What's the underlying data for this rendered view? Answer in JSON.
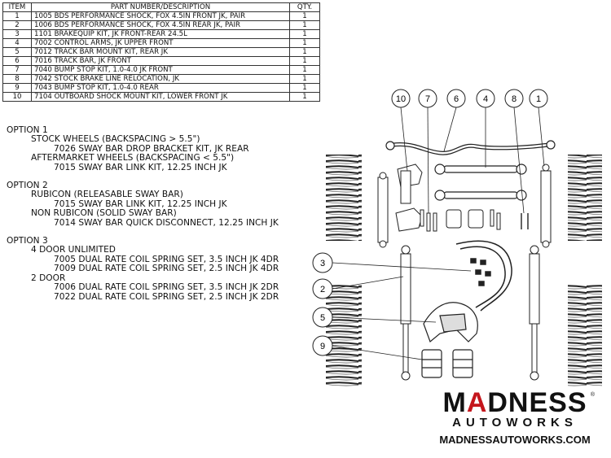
{
  "table": {
    "headers": {
      "item": "ITEM",
      "description": "PART NUMBER/DESCRIPTION",
      "qty": "QTY."
    },
    "rows": [
      {
        "item": "1",
        "description": "1005 BDS PERFORMANCE SHOCK, FOX 4.5IN FRONT JK, PAIR",
        "qty": "1"
      },
      {
        "item": "2",
        "description": "1006 BDS PERFORMANCE SHOCK, FOX 4.5IN REAR JK, PAIR",
        "qty": "1"
      },
      {
        "item": "3",
        "description": "1101 BRAKEQUIP KIT, JK FRONT-REAR 24.5L",
        "qty": "1"
      },
      {
        "item": "4",
        "description": "7002 CONTROL ARMS, JK UPPER FRONT",
        "qty": "1"
      },
      {
        "item": "5",
        "description": "7012 TRACK BAR MOUNT KIT, REAR JK",
        "qty": "1"
      },
      {
        "item": "6",
        "description": "7016 TRACK BAR, JK FRONT",
        "qty": "1"
      },
      {
        "item": "7",
        "description": "7040 BUMP STOP KIT, 1.0-4.0 JK FRONT",
        "qty": "1"
      },
      {
        "item": "8",
        "description": "7042 STOCK BRAKE LINE RELOCATION, JK",
        "qty": "1"
      },
      {
        "item": "9",
        "description": "7043 BUMP STOP KIT, 1.0-4.0 REAR",
        "qty": "1"
      },
      {
        "item": "10",
        "description": "7104 OUTBOARD SHOCK MOUNT KIT, LOWER FRONT JK",
        "qty": "1"
      }
    ]
  },
  "options": {
    "o1": {
      "title": "OPTION 1",
      "a": "STOCK WHEELS (BACKSPACING > 5.5\")",
      "a1": "7026 SWAY BAR DROP BRACKET KIT, JK REAR",
      "b": "AFTERMARKET WHEELS (BACKSPACING < 5.5\")",
      "b1": "7015 SWAY BAR LINK KIT, 12.25 INCH JK"
    },
    "o2": {
      "title": "OPTION 2",
      "a": "RUBICON (RELEASABLE SWAY BAR)",
      "a1": "7015 SWAY BAR LINK KIT, 12.25 INCH JK",
      "b": "NON RUBICON  (SOLID SWAY BAR)",
      "b1": "7014 SWAY BAR QUICK DISCONNECT, 12.25 INCH JK"
    },
    "o3": {
      "title": "OPTION 3",
      "a": "4 DOOR UNLIMITED",
      "a1": "7005 DUAL RATE COIL SPRING SET, 3.5 INCH JK 4DR",
      "a2": "7009 DUAL RATE COIL SPRING SET, 2.5 INCH JK 4DR",
      "b": "2 DOOR",
      "b1": "7006 DUAL RATE COIL SPRING SET, 3.5 INCH JK 2DR",
      "b2": "7022 DUAL RATE COIL SPRING SET, 2.5 INCH JK 2DR"
    }
  },
  "callouts": {
    "c10": "10",
    "c7": "7",
    "c6": "6",
    "c4": "4",
    "c8": "8",
    "c1": "1",
    "c3": "3",
    "c2": "2",
    "c5": "5",
    "c9": "9"
  },
  "logo": {
    "mad1": "M",
    "mad2": "A",
    "mad3": "DNESS",
    "autoworks": "AUTOWORKS",
    "url": "MADNESSAUTOWORKS.COM",
    "registered": "®"
  }
}
